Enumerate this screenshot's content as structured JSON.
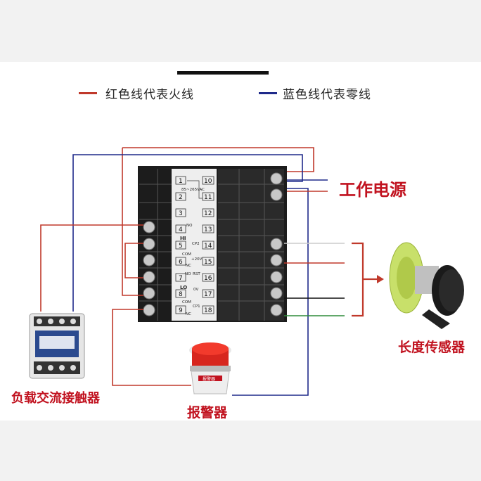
{
  "legend": {
    "red_label": "红色线代表火线",
    "blue_label": "蓝色线代表零线",
    "red_color": "#c0392b",
    "blue_color": "#1f2a8a"
  },
  "labels": {
    "power": "工作电源",
    "sensor": "长度传感器",
    "contactor": "负载交流接触器",
    "alarm": "报警器"
  },
  "controller": {
    "terminals": [
      "1",
      "2",
      "3",
      "4",
      "5",
      "6",
      "7",
      "8",
      "9",
      "10",
      "11",
      "12",
      "13",
      "14",
      "15",
      "16",
      "17",
      "18"
    ],
    "annotations": {
      "supply": "85~265VAC",
      "no": "NO",
      "hi": "HI",
      "cp2": "CP2",
      "com1": "COM",
      "plus20v": "+20V",
      "nc1": "NC",
      "nor": "NO",
      "rst": "RST",
      "lo": "LO",
      "ov": "0V",
      "com2": "COM",
      "cp1": "CP1",
      "nc2": "NC"
    }
  },
  "devices": {
    "alarm_plate": "报警器"
  },
  "colors": {
    "hot": "#c0392b",
    "neutral": "#1f2a8a",
    "black": "#111111",
    "green": "#2e8b3a",
    "label": "#c1121f"
  }
}
